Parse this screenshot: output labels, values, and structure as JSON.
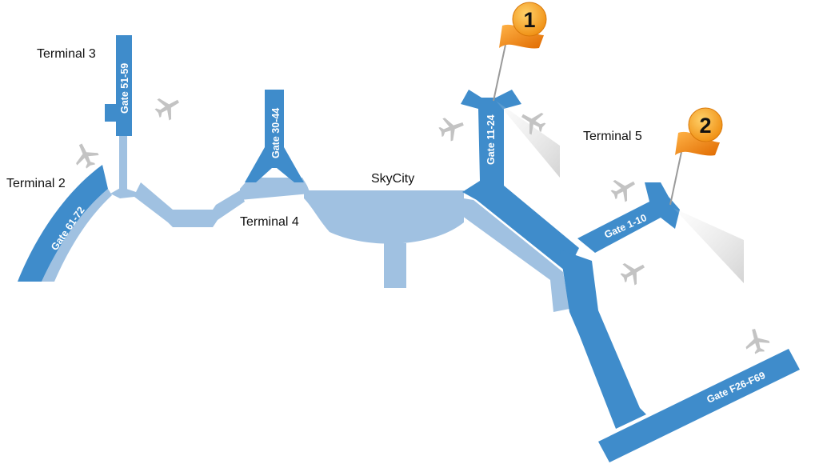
{
  "colors": {
    "terminal": "#3f8ccb",
    "walkway": "#a0c1e1",
    "plane": "#c3c3c3",
    "flag": "#f08a16",
    "flag_dark": "#c25f05",
    "marker_badge": "#f5a21d"
  },
  "labels": {
    "terminal_2": "Terminal 2",
    "terminal_3": "Terminal 3",
    "terminal_4": "Terminal 4",
    "terminal_5": "Terminal 5",
    "skycity": "SkyCity"
  },
  "gates": {
    "g61_72": "Gate 61-72",
    "g51_59": "Gate 51-59",
    "g30_44": "Gate 30-44",
    "g11_24": "Gate 11-24",
    "g1_10": "Gate 1-10",
    "gF26_F69": "Gate F26-F69"
  },
  "markers": [
    {
      "number": "1",
      "location": "Gate 11-24"
    },
    {
      "number": "2",
      "location": "Gate 1-10"
    }
  ],
  "icons": {
    "aircraft": "airplane-icon",
    "marker": "flag-pin-icon"
  }
}
